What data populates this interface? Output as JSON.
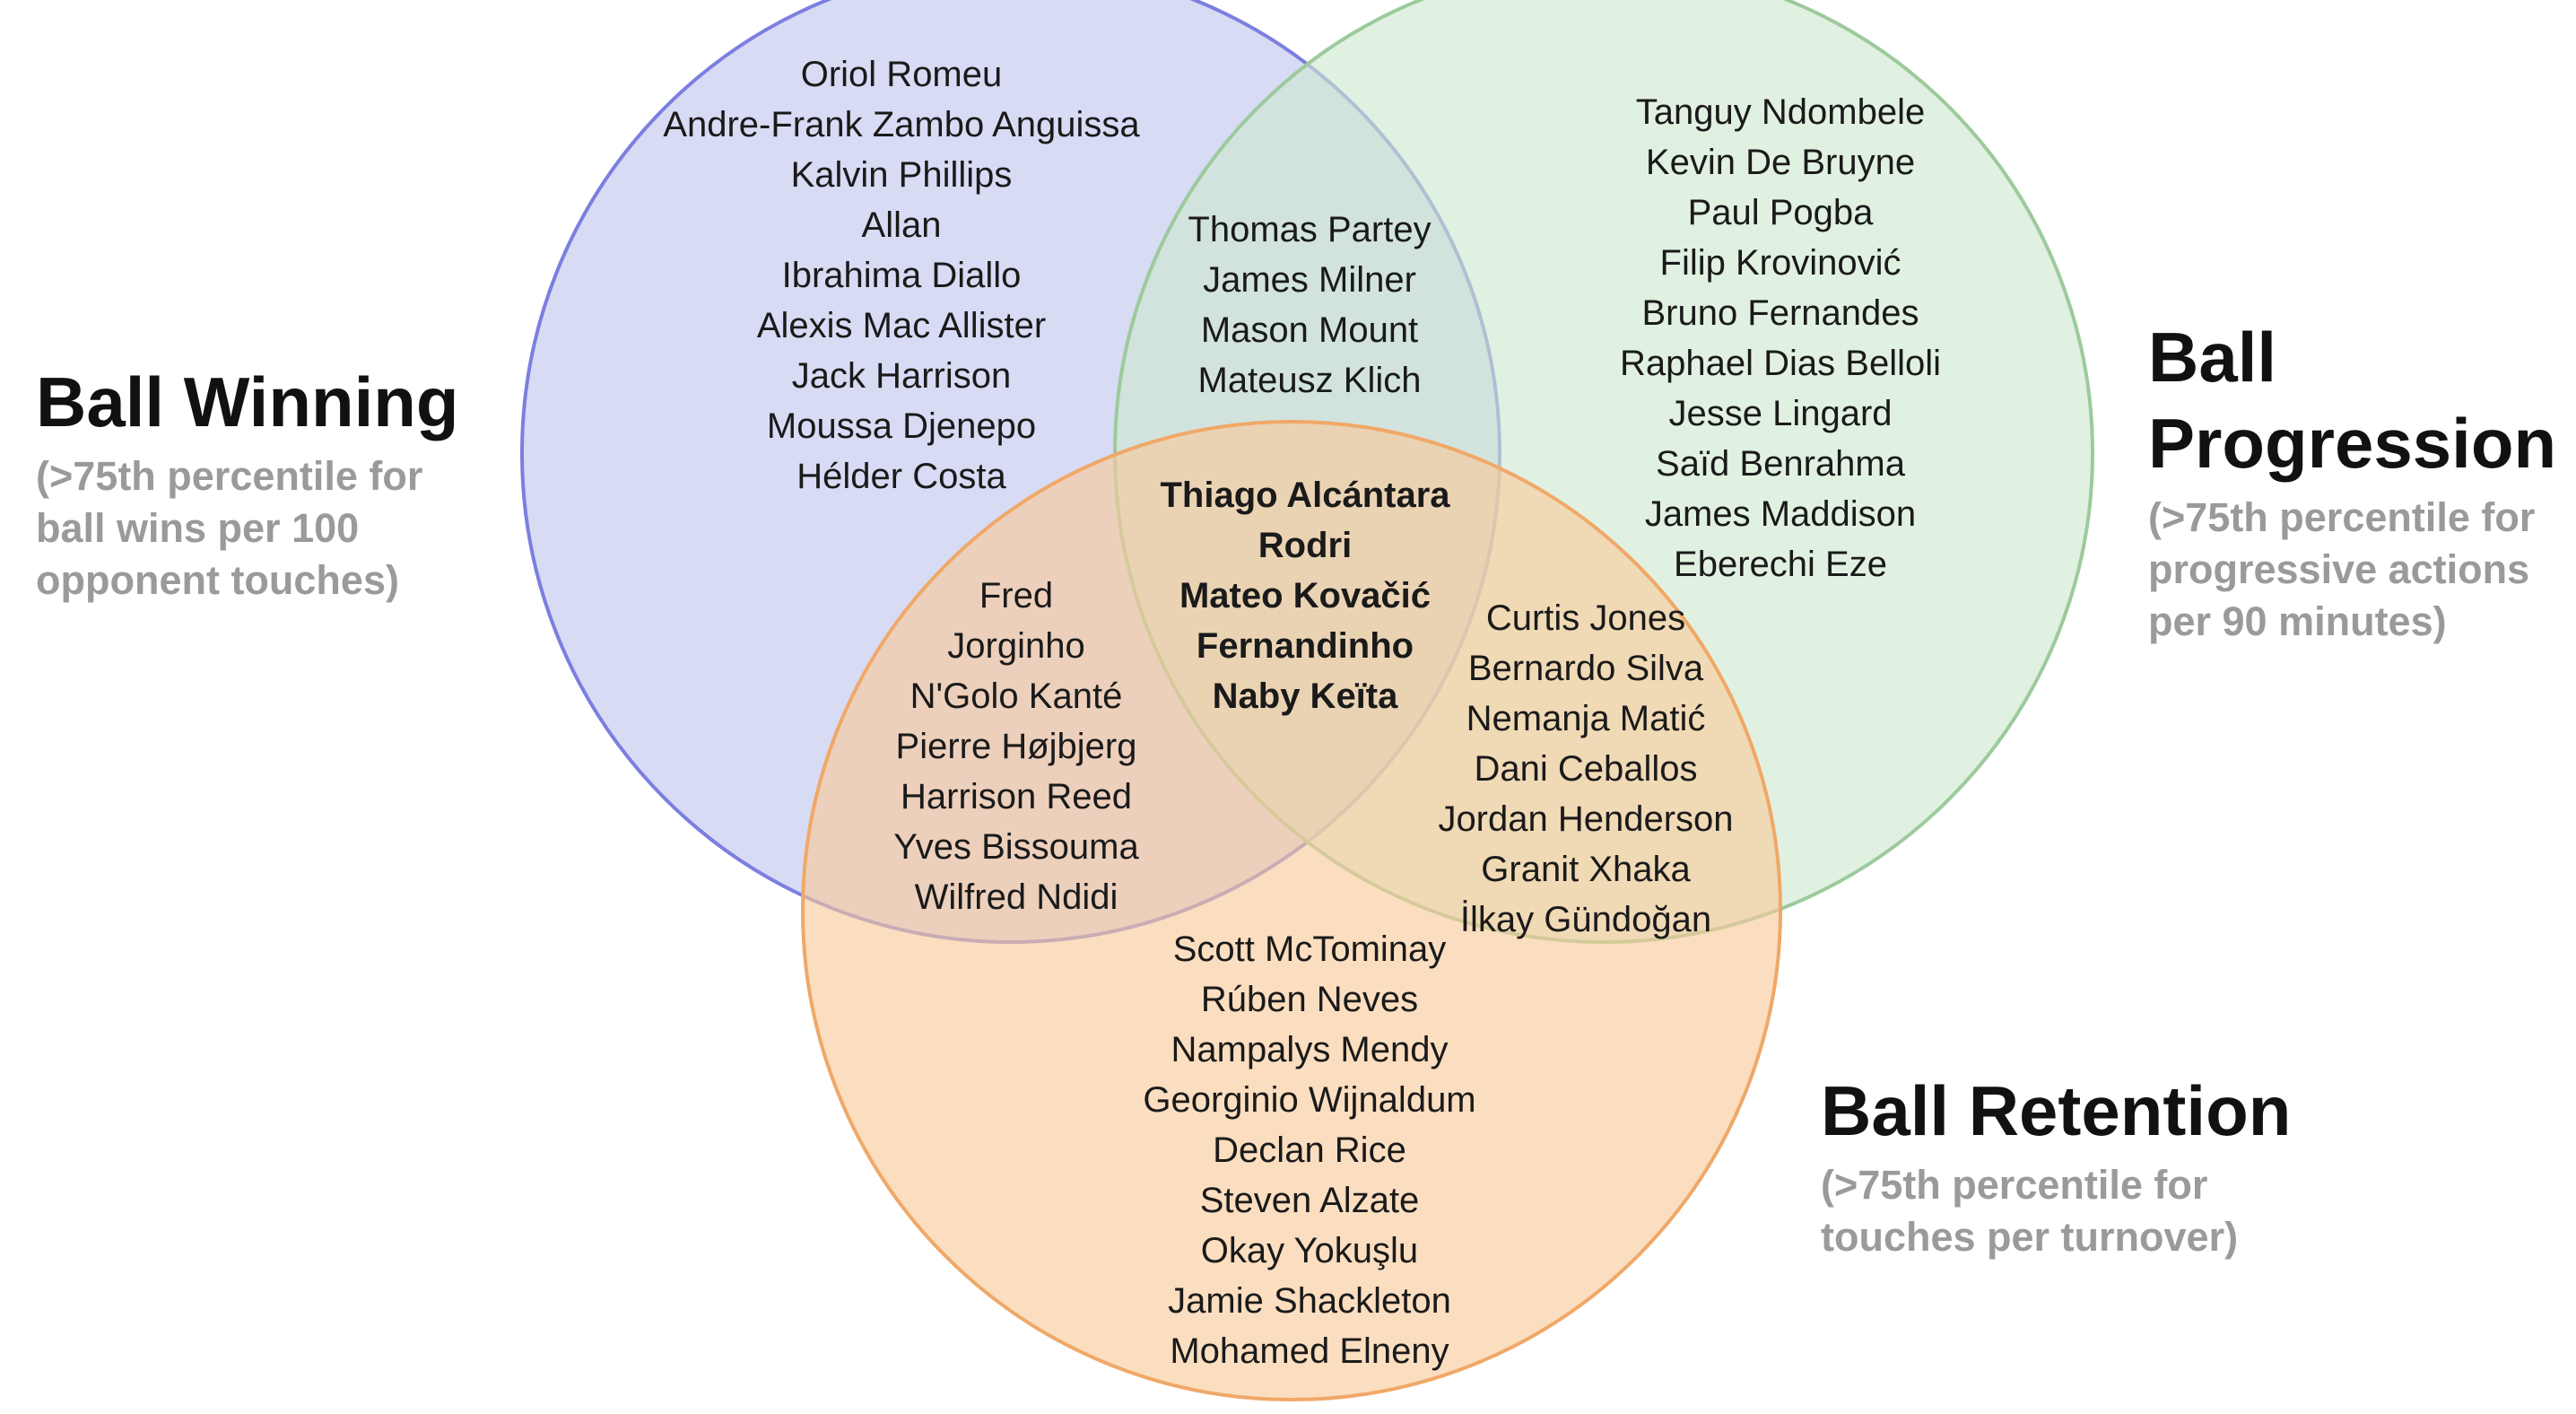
{
  "sets": {
    "ball_winning": {
      "title": "Ball Winning",
      "subtitle": "(>75th percentile for\nball wins per 100\nopponent touches)",
      "color": "#7b7fe0",
      "fill": "#c9cdf0"
    },
    "ball_progression": {
      "title": "Ball\nProgression",
      "subtitle": "(>75th percentile for\nprogressive actions\nper 90 minutes)",
      "color": "#9cca9c",
      "fill": "#cfe8cf"
    },
    "ball_retention": {
      "title": "Ball Retention",
      "subtitle": "(>75th percentile for\ntouches per turnover)",
      "color": "#f0a868",
      "fill": "#f9c99a"
    }
  },
  "regions": {
    "winning_only": [
      "Oriol Romeu",
      "Andre-Frank Zambo Anguissa",
      "Kalvin Phillips",
      "Allan",
      "Ibrahima Diallo",
      "Alexis Mac Allister",
      "Jack Harrison",
      "Moussa Djenepo",
      "Hélder Costa"
    ],
    "progression_only": [
      "Tanguy Ndombele",
      "Kevin De Bruyne",
      "Paul Pogba",
      "Filip Krovinović",
      "Bruno Fernandes",
      "Raphael Dias Belloli",
      "Jesse Lingard",
      "Saïd Benrahma",
      "James Maddison",
      "Eberechi Eze"
    ],
    "retention_only": [
      "Scott McTominay",
      "Rúben Neves",
      "Nampalys Mendy",
      "Georginio Wijnaldum",
      "Declan Rice",
      "Steven Alzate",
      "Okay Yokuşlu",
      "Jamie Shackleton",
      "Mohamed Elneny"
    ],
    "winning_progression": [
      "Thomas Partey",
      "James Milner",
      "Mason Mount",
      "Mateusz Klich"
    ],
    "winning_retention": [
      "Fred",
      "Jorginho",
      "N'Golo Kanté",
      "Pierre Højbjerg",
      "Harrison Reed",
      "Yves Bissouma",
      "Wilfred Ndidi"
    ],
    "progression_retention": [
      "Curtis Jones",
      "Bernardo Silva",
      "Nemanja Matić",
      "Dani Ceballos",
      "Jordan Henderson",
      "Granit Xhaka",
      "İlkay Gündoğan"
    ],
    "all_three": [
      "Thiago Alcántara",
      "Rodri",
      "Mateo Kovačić",
      "Fernandinho",
      "Naby Keïta"
    ]
  }
}
